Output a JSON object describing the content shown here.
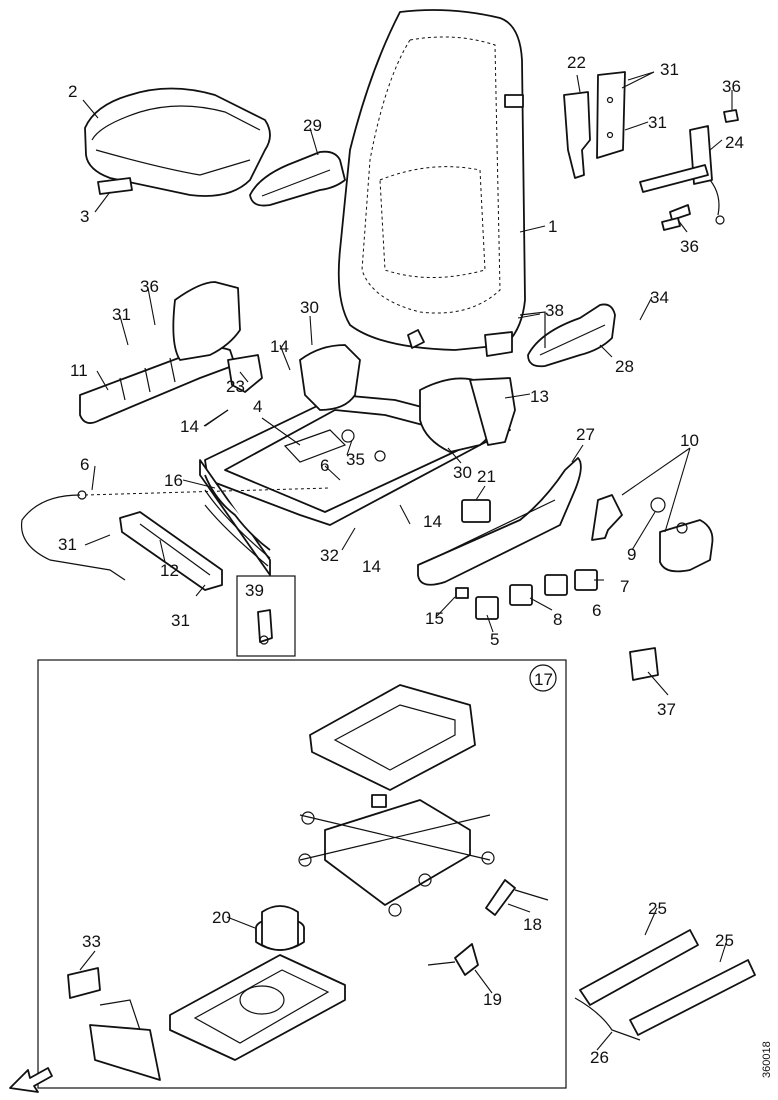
{
  "labels": {
    "p1": "1",
    "p2": "2",
    "p3": "3",
    "p4": "4",
    "p5": "5",
    "p6a": "6",
    "p6b": "6",
    "p6c": "6",
    "p7": "7",
    "p8": "8",
    "p9": "9",
    "p10": "10",
    "p11": "11",
    "p12": "12",
    "p13": "13",
    "p14a": "14",
    "p14b": "14",
    "p14c": "14",
    "p14d": "14",
    "p15": "15",
    "p16": "16",
    "p17": "17",
    "p18": "18",
    "p19": "19",
    "p20": "20",
    "p21": "21",
    "p22": "22",
    "p23": "23",
    "p24": "24",
    "p25a": "25",
    "p25b": "25",
    "p26": "26",
    "p27": "27",
    "p28": "28",
    "p29": "29",
    "p30a": "30",
    "p30b": "30",
    "p31a": "31",
    "p31b": "31",
    "p31c": "31",
    "p31d": "31",
    "p31e": "31",
    "p32": "32",
    "p33": "33",
    "p34": "34",
    "p35": "35",
    "p36a": "36",
    "p36b": "36",
    "p36c": "36",
    "p37": "37",
    "p38": "38",
    "p39": "39"
  },
  "doc_id": "360018"
}
